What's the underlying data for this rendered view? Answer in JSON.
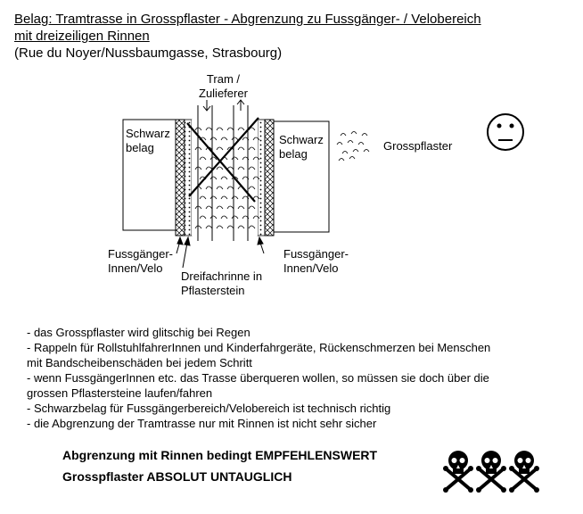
{
  "title": {
    "line1": "Belag: Tramtrasse in Grosspflaster - Abgrenzung zu Fussgänger- / Velobereich",
    "line2": "mit dreizeiligen Rinnen",
    "line3": "(Rue du Noyer/Nussbaumgasse, Strasbourg)"
  },
  "diagram": {
    "tram_label_1": "Tram /",
    "tram_label_2": "Zulieferer",
    "left_surface_1": "Schwarz",
    "left_surface_2": "belag",
    "right_surface_1": "Schwarz",
    "right_surface_2": "belag",
    "legend_label": "Grosspflaster",
    "left_zone_1": "Fussgänger-",
    "left_zone_2": "Innen/Velo",
    "right_zone_1": "Fussgänger-",
    "right_zone_2": "Innen/Velo",
    "gutter_label_1": "Dreifachrinne in",
    "gutter_label_2": "Pflasterstein"
  },
  "bullets": [
    "- das Grosspflaster wird glitschig bei Regen",
    "- Rappeln für RollstuhlfahrerInnen und Kinderfahrgeräte, Rückenschmerzen bei Menschen",
    "mit Bandscheibenschäden bei jedem Schritt",
    "- wenn FussgängerInnen etc. das Trasse überqueren wollen, so müssen sie doch über die",
    "grossen Pflastersteine laufen/fahren",
    "- Schwarzbelag für Fussgängerbereich/Velobereich ist technisch richtig",
    "- die Abgrenzung der Tramtrasse nur mit Rinnen ist nicht sehr sicher"
  ],
  "verdict": {
    "line1": "Abgrenzung mit Rinnen bedingt EMPFEHLENSWERT",
    "line2": "Grosspflaster ABSOLUT UNTAUGLICH"
  },
  "icons": {
    "rating": "neutral-face-icon",
    "warning": "skull-and-crossbones-icon",
    "warning_count": 3
  }
}
